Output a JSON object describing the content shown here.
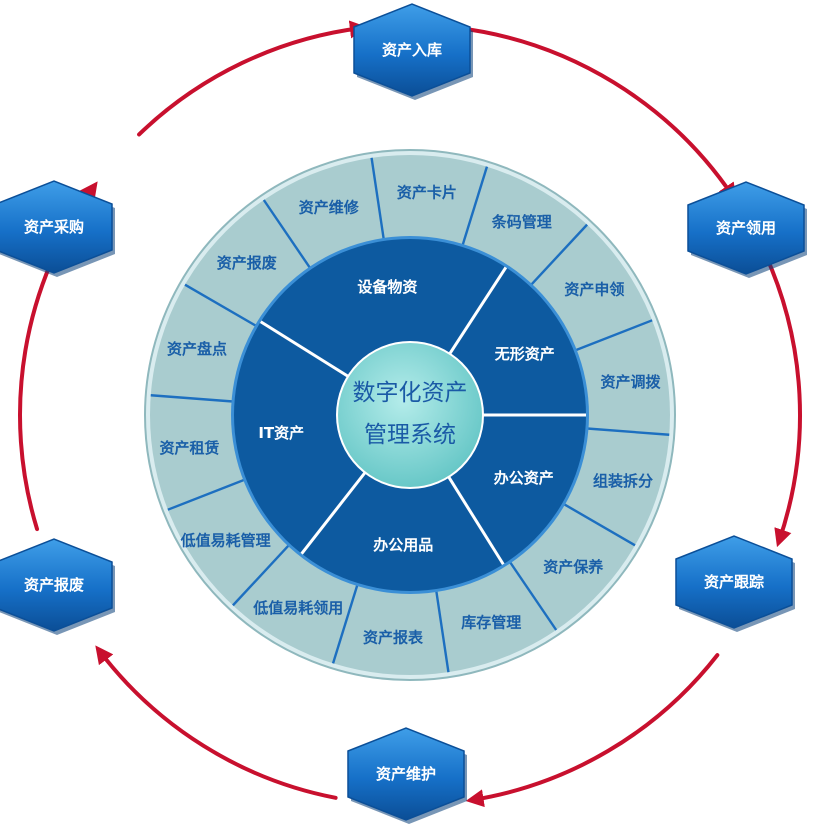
{
  "center": {
    "line1": "数字化资产",
    "line2": "管理系统"
  },
  "inner_segments": [
    {
      "label": "设备物资"
    },
    {
      "label": "无形资产"
    },
    {
      "label": "办公资产"
    },
    {
      "label": "办公用品"
    },
    {
      "label": "IT资产"
    }
  ],
  "outer_segments": [
    {
      "label": "资产卡片"
    },
    {
      "label": "条码管理"
    },
    {
      "label": "资产申领"
    },
    {
      "label": "资产调拨"
    },
    {
      "label": "组装拆分"
    },
    {
      "label": "资产保养"
    },
    {
      "label": "库存管理"
    },
    {
      "label": "资产报表"
    },
    {
      "label": "低值易耗领用"
    },
    {
      "label": "低值易耗管理"
    },
    {
      "label": "资产租赁"
    },
    {
      "label": "资产盘点"
    },
    {
      "label": "资产报废"
    },
    {
      "label": "资产维修"
    }
  ],
  "cycle_nodes": [
    {
      "label": "资产入库"
    },
    {
      "label": "资产领用"
    },
    {
      "label": "资产跟踪"
    },
    {
      "label": "资产维护"
    },
    {
      "label": "资产报废"
    },
    {
      "label": "资产采购"
    }
  ],
  "colors": {
    "outer_ring": "#a9cccf",
    "inner_ring": "#0d5aa0",
    "center": "#7fd3d1",
    "divider": "#1d6fc0",
    "arrow": "#c8102e",
    "hex": "#1670c8"
  }
}
